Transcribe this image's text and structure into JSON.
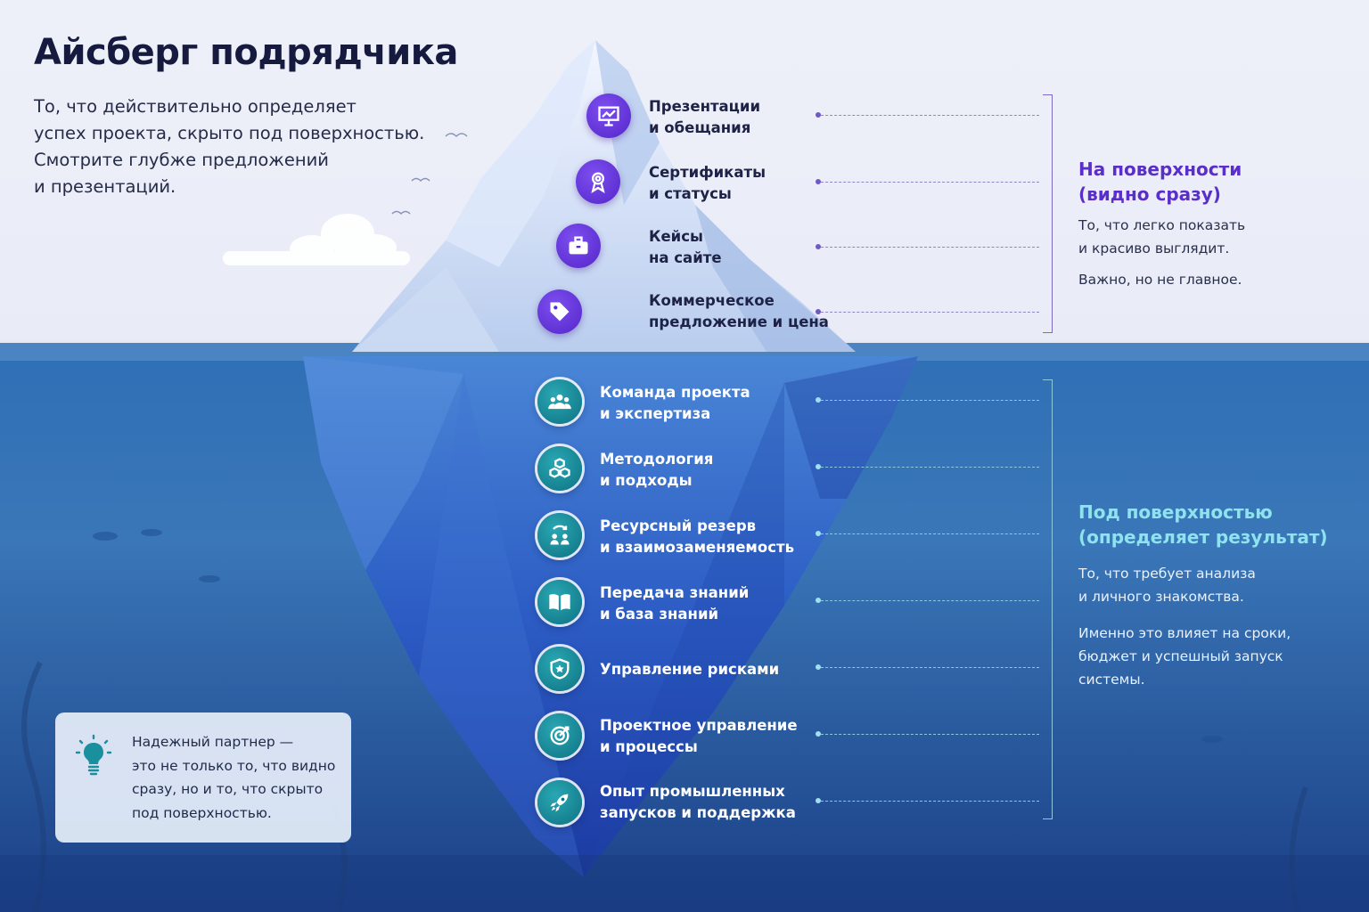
{
  "header": {
    "title": "Айсберг подрядчика",
    "intro": [
      "То, что действительно определяет",
      "успех проекта, скрыто под поверхностью.",
      "Смотрите глубже предложений",
      "и презентаций."
    ]
  },
  "surface_items": [
    {
      "label1": "Презентации",
      "label2": "и обещания",
      "icon": "presentation-board-icon"
    },
    {
      "label1": "Сертификаты",
      "label2": "и статусы",
      "icon": "award-ribbon-icon"
    },
    {
      "label1": "Кейсы",
      "label2": "на сайте",
      "icon": "briefcase-icon"
    },
    {
      "label1": "Коммерческое",
      "label2": "предложение и цена",
      "icon": "price-tag-icon"
    }
  ],
  "underwater_items": [
    {
      "label1": "Команда проекта",
      "label2": "и экспертиза",
      "icon": "team-icon"
    },
    {
      "label1": "Методология",
      "label2": "и подходы",
      "icon": "cubes-icon"
    },
    {
      "label1": "Ресурсный резерв",
      "label2": "и взаимозаменяемость",
      "icon": "people-exchange-icon"
    },
    {
      "label1": "Передача знаний",
      "label2": "и база знаний",
      "icon": "open-book-icon"
    },
    {
      "label1": "Управление рисками",
      "label2": "",
      "icon": "shield-icon"
    },
    {
      "label1": "Проектное управление",
      "label2": "и процессы",
      "icon": "target-icon"
    },
    {
      "label1": "Опыт промышленных",
      "label2": "запусков и поддержка",
      "icon": "rocket-icon"
    }
  ],
  "surface_section": {
    "title1": "На поверхности",
    "title2": "(видно сразу)",
    "text1": "То, что легко показать",
    "text2": "и красиво выглядит.",
    "text3": "Важно, но не главное."
  },
  "underwater_section": {
    "title1": "Под поверхностью",
    "title2": "(определяет результат)",
    "text1": "То, что требует анализа",
    "text2": "и личного знакомства.",
    "text3": "Именно это влияет на сроки,",
    "text4": "бюджет и успешный запуск",
    "text5": "системы."
  },
  "note": {
    "lines": [
      "Надежный партнер —",
      "это не только то, что видно",
      "сразу, но и то, что скрыто",
      "под поверхностью."
    ],
    "icon": "lightbulb-icon"
  },
  "colors": {
    "accent_purple": "#6a3be0",
    "accent_teal": "#1a8f9e",
    "title_dark": "#151a3e",
    "underwater_heading": "#8ee3ef"
  }
}
